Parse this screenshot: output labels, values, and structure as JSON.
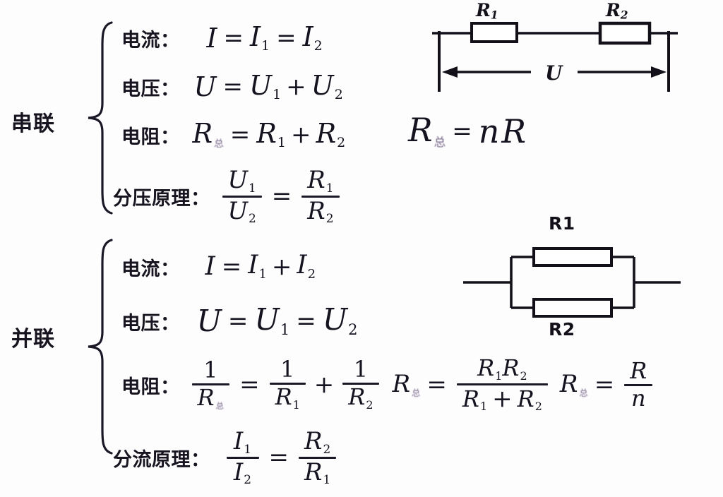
{
  "page": {
    "background": "#fdfdfe",
    "ink": "#15131c",
    "subscript_accent": "#5d4a72"
  },
  "sections": [
    {
      "id": "series",
      "label": "串联",
      "rows": [
        {
          "id": "series-current",
          "label": "电流：",
          "formula": "I = I₁ = I₂"
        },
        {
          "id": "series-voltage",
          "label": "电压：",
          "formula": "U = U₁ + U₂"
        },
        {
          "id": "series-resistance",
          "label": "电阻：",
          "formula": "R总 = R₁ + R₂"
        },
        {
          "id": "series-divider",
          "label": "分压原理：",
          "formula": "U₁/U₂ = R₁/R₂"
        }
      ],
      "extra_formula": "R总 = nR"
    },
    {
      "id": "parallel",
      "label": "并联",
      "rows": [
        {
          "id": "parallel-current",
          "label": "电流：",
          "formula": "I = I₁ + I₂"
        },
        {
          "id": "parallel-voltage",
          "label": "电压：",
          "formula": "U = U₁ = U₂"
        },
        {
          "id": "parallel-resistance",
          "label": "电阻：",
          "formula": "1/R总 = 1/R₁ + 1/R₂    R总 = R₁R₂/(R₁+R₂)    R总 = R/n"
        },
        {
          "id": "parallel-divider",
          "label": "分流原理：",
          "formula": "I₁/I₂ = R₂/R₁"
        }
      ]
    }
  ],
  "symbols": {
    "I": "I",
    "U": "U",
    "R": "R",
    "n": "n",
    "one": "1",
    "sub1": "1",
    "sub2": "2",
    "sub_total": "总",
    "eq": "=",
    "plus": "+"
  },
  "diagrams": {
    "series_circuit": {
      "name": "series-circuit",
      "resistor1_label": "R",
      "resistor1_sub": "1",
      "resistor2_label": "R",
      "resistor2_sub": "2",
      "voltage_label": "U"
    },
    "parallel_circuit": {
      "name": "parallel-circuit",
      "top_label": "R1",
      "bottom_label": "R2"
    }
  }
}
